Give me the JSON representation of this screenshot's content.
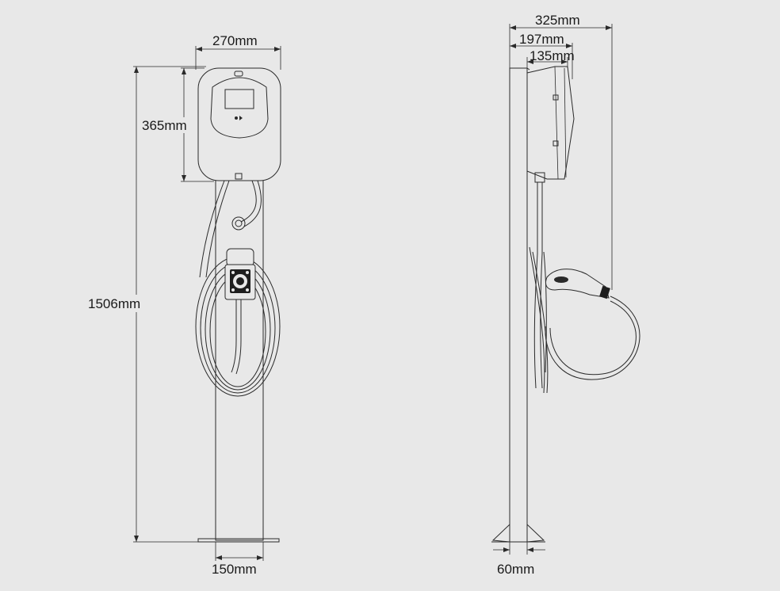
{
  "front_view": {
    "width_label": "270mm",
    "charger_height_label": "365mm",
    "total_height_label": "1506mm",
    "base_width_label": "150mm"
  },
  "side_view": {
    "total_depth_label": "325mm",
    "mid_depth_label": "197mm",
    "charger_depth_label": "135mm",
    "post_depth_label": "60mm"
  },
  "colors": {
    "background": "#e8e8e8",
    "line": "#2a2a2a"
  }
}
